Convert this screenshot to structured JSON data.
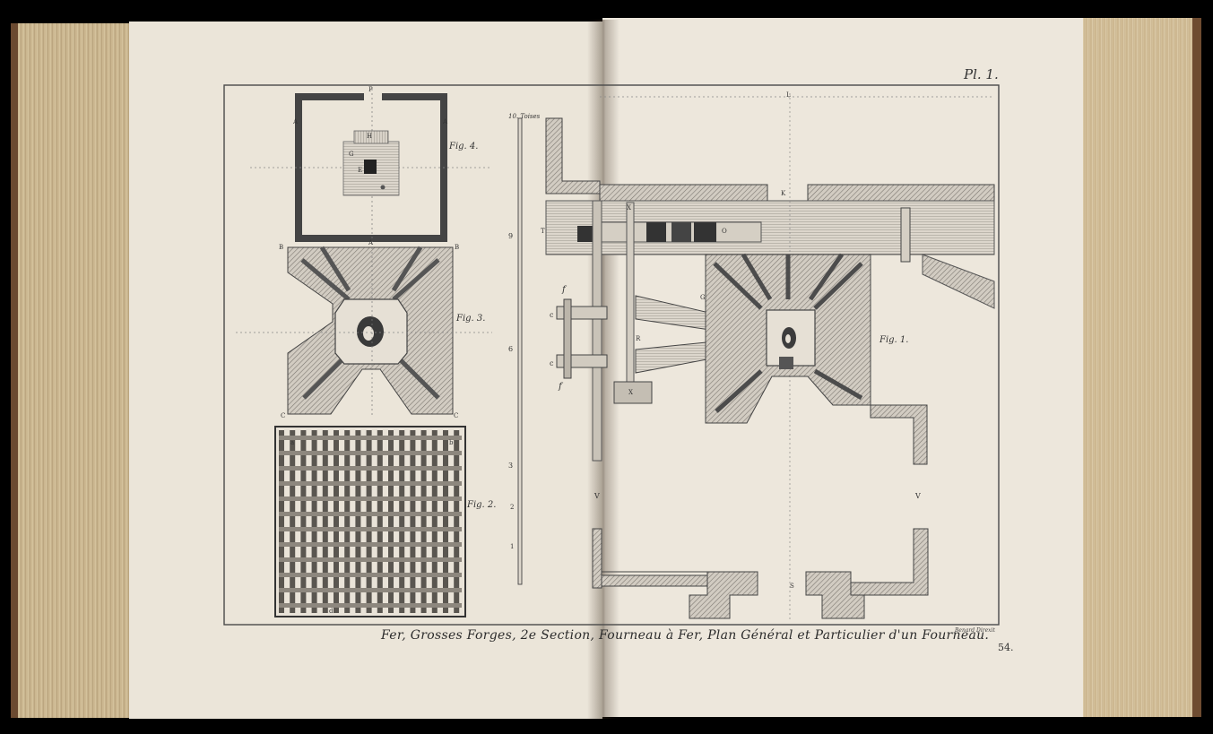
{
  "caption": "Fer, Grosses Forges, 2e Section, Fourneau à Fer, Plan Général et Particulier d'un Fourneau.",
  "plate_label": "Pl. 1.",
  "page_number": "54.",
  "engraver": "Benard Direxit",
  "figures": {
    "fig1": "Fig. 1.",
    "fig2": "Fig. 2.",
    "fig3": "Fig. 3.",
    "fig4": "Fig. 4."
  },
  "scale": {
    "title": "10. Toises",
    "marks": [
      "9",
      "6",
      "3",
      "2",
      "1"
    ]
  },
  "letters": {
    "P": "P",
    "A": "A",
    "B": "B",
    "C": "C",
    "G": "G",
    "H": "H",
    "E": "E",
    "L": "L",
    "K": "K",
    "T": "T",
    "O": "O",
    "R": "R",
    "V": "V",
    "S": "S",
    "X": "X",
    "f": "f",
    "c": "c",
    "a": "a",
    "b": "b",
    "d": "d"
  },
  "colors": {
    "paper_left": "#ebe5d9",
    "paper_right": "#ede7dc",
    "ink": "#3a3a3a",
    "hatch": "#8c8882",
    "brick": "#b9b3aa"
  }
}
